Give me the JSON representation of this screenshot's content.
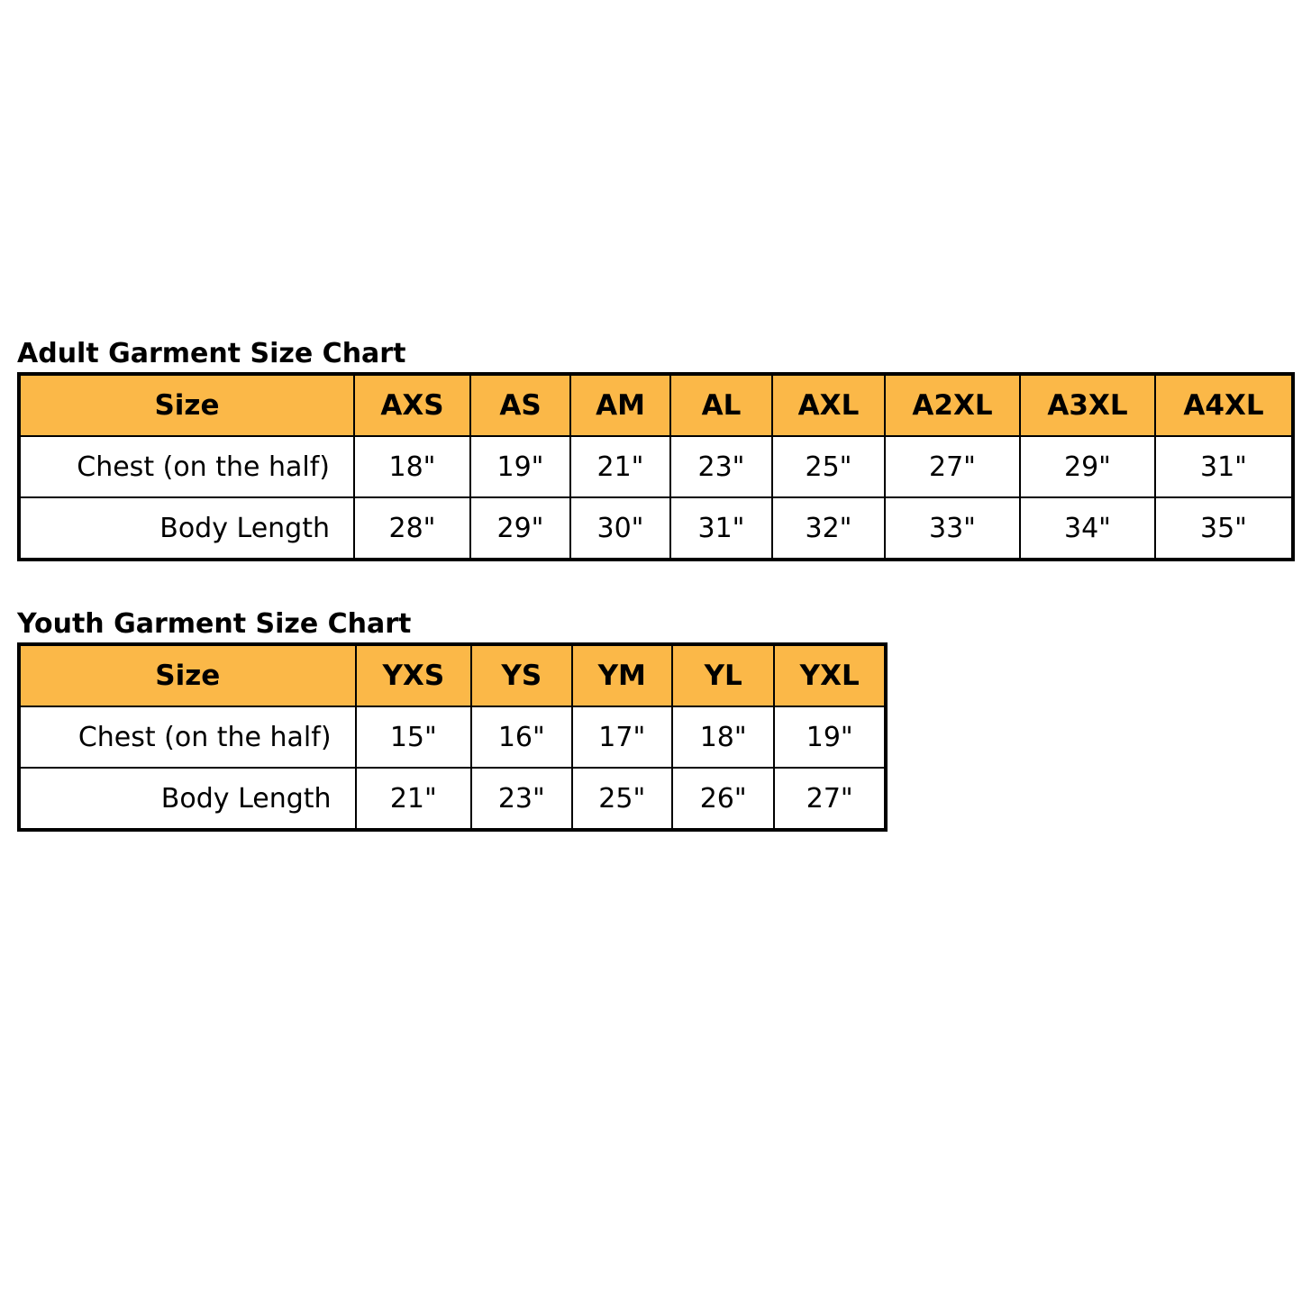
{
  "colors": {
    "header_background": "#FBB848",
    "border": "#000000",
    "background": "#FFFFFF"
  },
  "adult": {
    "title": "Adult Garment Size Chart",
    "size_header": "Size",
    "sizes": [
      "AXS",
      "AS",
      "AM",
      "AL",
      "AXL",
      "A2XL",
      "A3XL",
      "A4XL"
    ],
    "rows": [
      {
        "label": "Chest (on the half)",
        "values": [
          "18\"",
          "19\"",
          "21\"",
          "23\"",
          "25\"",
          "27\"",
          "29\"",
          "31\""
        ]
      },
      {
        "label": "Body Length",
        "values": [
          "28\"",
          "29\"",
          "30\"",
          "31\"",
          "32\"",
          "33\"",
          "34\"",
          "35\""
        ]
      }
    ]
  },
  "youth": {
    "title": "Youth Garment Size Chart",
    "size_header": "Size",
    "sizes": [
      "YXS",
      "YS",
      "YM",
      "YL",
      "YXL"
    ],
    "rows": [
      {
        "label": "Chest (on the half)",
        "values": [
          "15\"",
          "16\"",
          "17\"",
          "18\"",
          "19\""
        ]
      },
      {
        "label": "Body Length",
        "values": [
          "21\"",
          "23\"",
          "25\"",
          "26\"",
          "27\""
        ]
      }
    ]
  }
}
